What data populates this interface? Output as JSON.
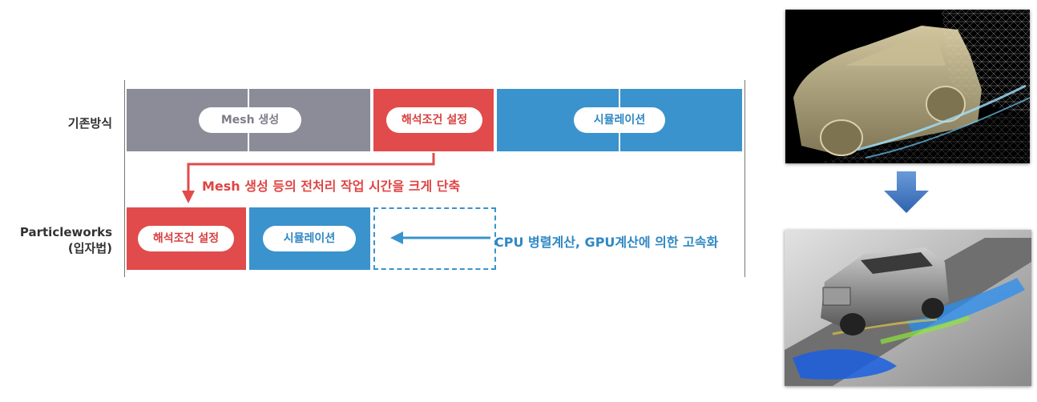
{
  "rows": {
    "conventional": {
      "label": "기존방식",
      "mesh": "Mesh 생성",
      "conditions": "해석조건 설정",
      "simulation": "시뮬레이션"
    },
    "particleworks": {
      "label_line1": "Particleworks",
      "label_line2": "(입자법)",
      "conditions": "해석조건 설정",
      "simulation": "시뮬레이션"
    }
  },
  "notes": {
    "preprocess": "Mesh 생성 등의 전처리 작업 시간을 크게 단축",
    "speedup": "CPU 병렬계산, GPU계산에 의한 고속화"
  },
  "colors": {
    "gray": "#8c8c98",
    "red": "#e24b4b",
    "blue": "#3a93cc"
  },
  "images": {
    "top": "mesh-based-car-simulation",
    "bottom": "particle-based-car-simulation"
  }
}
